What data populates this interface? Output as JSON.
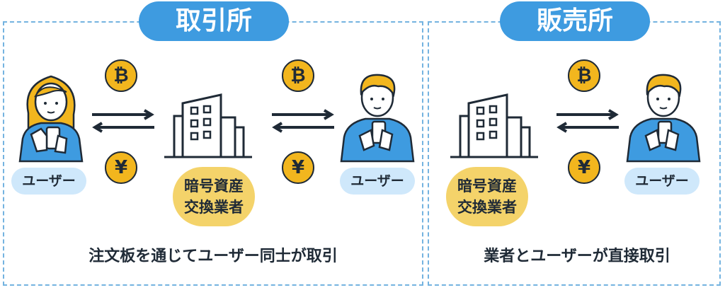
{
  "exchange_section": {
    "title": "取引所",
    "user_left_label": "ユーザー",
    "user_right_label": "ユーザー",
    "operator_label_line1": "暗号資産",
    "operator_label_line2": "交換業者",
    "caption": "注文板を通じてユーザー同士が取引"
  },
  "dealer_section": {
    "title": "販売所",
    "user_label": "ユーザー",
    "operator_label_line1": "暗号資産",
    "operator_label_line2": "交換業者",
    "caption": "業者とユーザーが直接取引"
  },
  "coins": {
    "crypto_symbol": "₿",
    "yen_symbol": "¥"
  },
  "colors": {
    "accent_blue": "#3e9be0",
    "dashed_border": "#74b3e0",
    "user_pill": "#cfe8fb",
    "operator_pill": "#f4d36a",
    "coin": "#f2b61e",
    "ink": "#1f2a36"
  },
  "icons": [
    "person-female-phone-icon",
    "person-male-phone-icon",
    "building-icon",
    "exchange-arrows-icon",
    "bitcoin-coin-icon",
    "yen-coin-icon"
  ]
}
